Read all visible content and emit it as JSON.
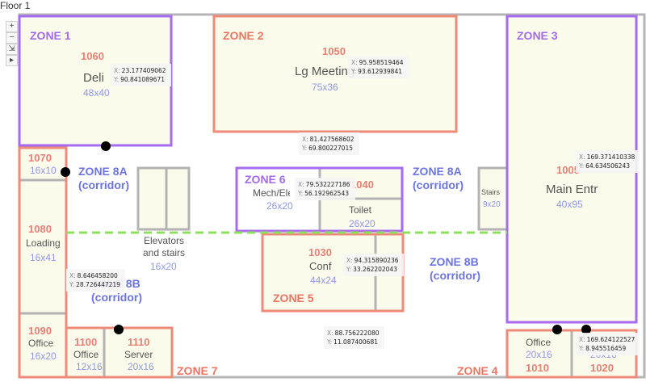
{
  "title": "Floor 1",
  "controls": {
    "zoom_in": "+",
    "zoom_out": "−",
    "pan": "⇲",
    "expand": "▸"
  },
  "zones": {
    "z1": "ZONE 1",
    "z2": "ZONE 2",
    "z3": "ZONE 3",
    "z4": "ZONE 4",
    "z5": "ZONE 5",
    "z6": "ZONE 6",
    "z7": "ZONE 7",
    "z8a_left": "ZONE 8A",
    "z8a_left_sub": "(corridor)",
    "z8a_right": "ZONE 8A",
    "z8a_right_sub": "(corridor)",
    "z8b_left": "ZONE 8B",
    "z8b_left_sub": "(corridor)",
    "z8b_right": "ZONE 8B",
    "z8b_right_sub": "(corridor)"
  },
  "rooms": {
    "r1060": {
      "num": "1060",
      "name": "Deli",
      "size": "48x40"
    },
    "r1050": {
      "num": "1050",
      "name": "Lg Meeting",
      "size": "75x36"
    },
    "r1005": {
      "num": "1005",
      "name": "Main Entr",
      "size": "40x95"
    },
    "r1070": {
      "num": "1070",
      "size": "16x10"
    },
    "r1080": {
      "num": "1080",
      "name": "Loading",
      "size": "16x41"
    },
    "r1090": {
      "num": "1090",
      "name": "Office",
      "size": "16x20"
    },
    "r1100": {
      "num": "1100",
      "name": "Office",
      "size": "12x16"
    },
    "r1110": {
      "num": "1110",
      "name": "Server",
      "size": "20x16"
    },
    "r1040": {
      "num": "1040",
      "name": "Mech/Elec",
      "size": "26x20"
    },
    "toilet": {
      "name": "Toilet",
      "size": "26x20"
    },
    "elevators": {
      "name_line1": "Elevators",
      "name_line2": "and stairs",
      "size": "16x20"
    },
    "stairs": {
      "name": "Stairs",
      "size": "9x20"
    },
    "r1030": {
      "num": "1030",
      "name": "Conf",
      "size": "44x24"
    },
    "r1010": {
      "num": "1010",
      "name": "Office",
      "size": "20x16"
    },
    "r1020": {
      "num": "1020",
      "size": "20x16"
    }
  },
  "tooltips": [
    {
      "x": "23.177409062",
      "y": "90.841089671"
    },
    {
      "x": "95.958519464",
      "y": "93.612939841"
    },
    {
      "x": "81.427568602",
      "y": "69.800227015"
    },
    {
      "x": "169.371410338",
      "y": "64.634506243"
    },
    {
      "x": "79.532227186",
      "y": "56.192962543"
    },
    {
      "x": "94.315890236",
      "y": "33.262202043"
    },
    {
      "x": "8.646458200",
      "y": "28.726447219"
    },
    {
      "x": "88.756222080",
      "y": "11.087400681"
    },
    {
      "x": "169.624122527",
      "y": "8.945516459"
    }
  ],
  "tooltip_keys": {
    "x": "X:",
    "y": "Y:"
  },
  "colors": {
    "room_fill": "#fbfbeb",
    "zone_purple": "#a66bee",
    "zone_red": "#ee8a78",
    "wall_gray": "#b3b3b3",
    "corridor_line": "#8de05a"
  }
}
